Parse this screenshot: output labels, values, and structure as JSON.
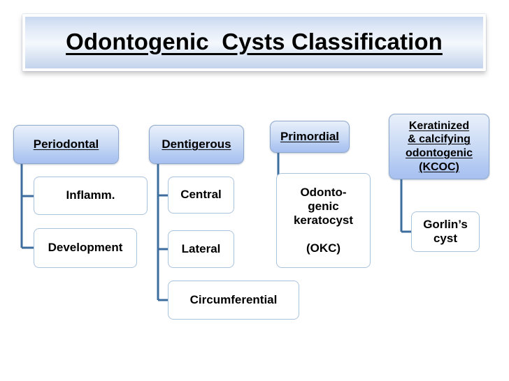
{
  "title": {
    "text": "Odontogenic  Cysts Classification"
  },
  "theme": {
    "parent_fill_top": "#e9f0fb",
    "parent_fill_bottom": "#a7c0f0",
    "parent_border": "#8fa9cd",
    "child_fill": "#ffffff",
    "child_border": "#a9c3dd",
    "connector_color": "#3d6d9e",
    "text_color": "#000000",
    "page_background": "#ffffff"
  },
  "diagram": {
    "type": "tree",
    "orientation": "top-down-left-indented",
    "columns": [
      {
        "id": "periodontal",
        "parent": {
          "label": "Periodontal",
          "underlined": true
        },
        "children": [
          {
            "label": "Inflamm."
          },
          {
            "label": "Development"
          }
        ]
      },
      {
        "id": "dentigerous",
        "parent": {
          "label": "Dentigerous",
          "underlined": true
        },
        "children": [
          {
            "label": "Central"
          },
          {
            "label": "Lateral"
          },
          {
            "label": "Circumferential"
          }
        ]
      },
      {
        "id": "primordial",
        "parent": {
          "label": "Primordial",
          "underlined": true
        },
        "children": [
          {
            "label": "Odonto-\ngenic\nkeratocyst\n\n(OKC)"
          }
        ]
      },
      {
        "id": "kcoc",
        "parent": {
          "label": "Keratinized\n& calcifying\nodontogenic\n(KCOC)",
          "underlined": true
        },
        "children": [
          {
            "label": "Gorlin’s\ncyst"
          }
        ]
      }
    ]
  }
}
